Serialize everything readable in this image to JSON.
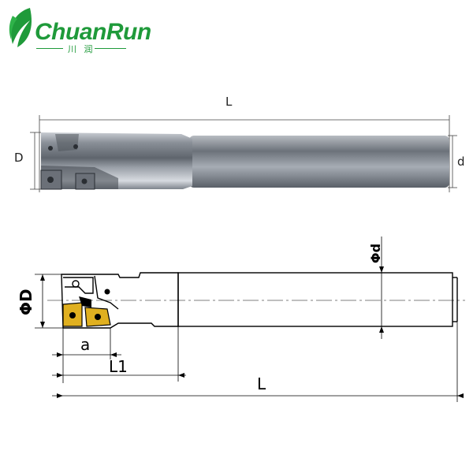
{
  "brand": {
    "name": "ChuanRun",
    "subtitle": "川 润",
    "color": "#1f9a3a"
  },
  "photo_dims": {
    "length": "L",
    "head_diameter": "D",
    "shank_diameter": "d"
  },
  "drawing_dims": {
    "head_diameter": "ΦD",
    "shank_diameter": "Φd",
    "insert_width": "a",
    "head_length": "L1",
    "overall_length": "L"
  },
  "colors": {
    "insert": "#e0b020",
    "line": "#000000"
  }
}
